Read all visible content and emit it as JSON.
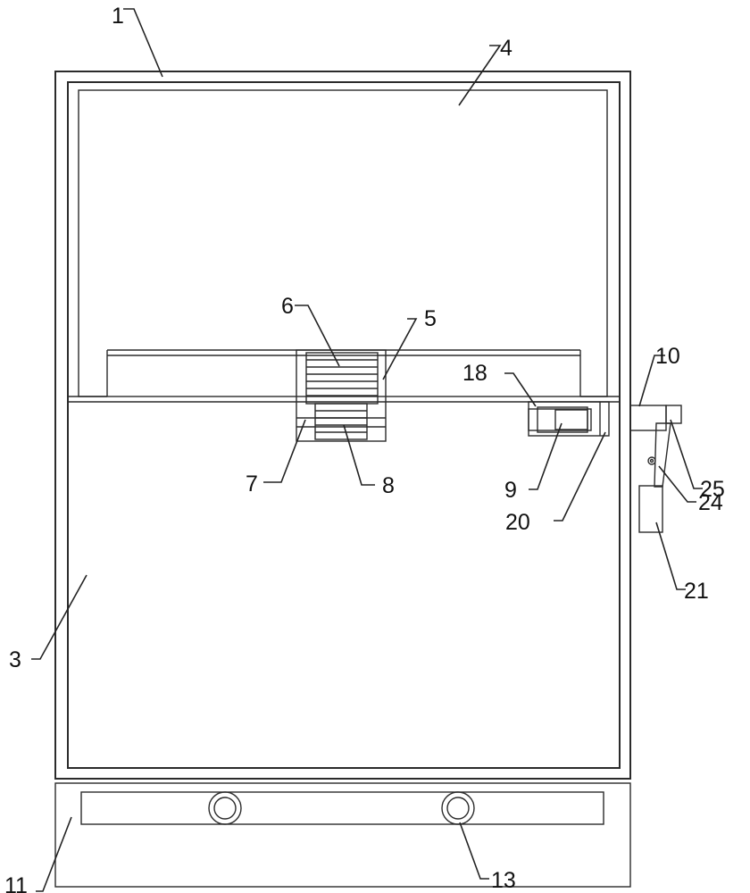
{
  "labels": {
    "l1": "1",
    "l3": "3",
    "l4": "4",
    "l5": "5",
    "l6": "6",
    "l7": "7",
    "l8": "8",
    "l9": "9",
    "l10": "10",
    "l11": "11",
    "l13": "13",
    "l18": "18",
    "l20": "20",
    "l21": "21",
    "l24": "24",
    "l25": "25"
  }
}
